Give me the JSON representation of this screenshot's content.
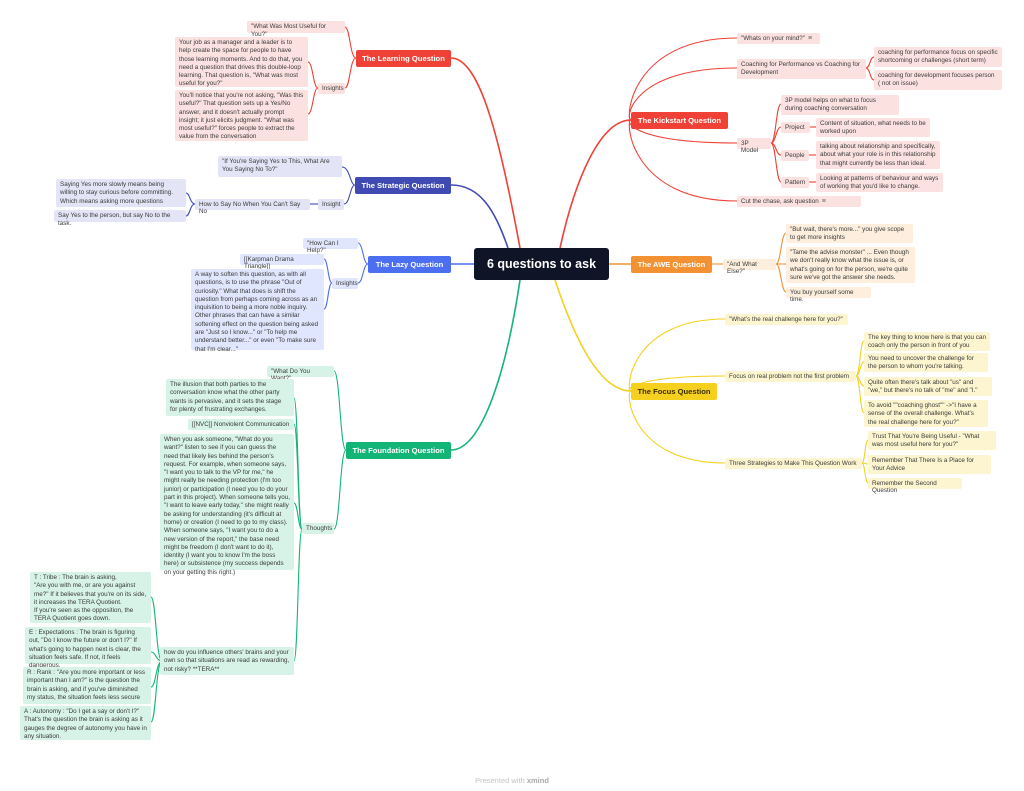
{
  "root": "6 questions to ask",
  "footer": {
    "prefix": "Presented with",
    "brand": "xmind"
  },
  "colors": {
    "learning": "#ef4136",
    "strategic": "#3f4ab3",
    "lazy": "#4c6ef0",
    "foundation": "#13b577",
    "kickstart": "#ef4136",
    "awe": "#f39233",
    "focus": "#f5d01f"
  },
  "learning": {
    "title": "The Learning Question",
    "q": "\"What Was Most Useful for You?\"",
    "insights": "Insights",
    "n1": "Your job as a manager and a leader is to help create the space for people to have those learning moments. And to do that, you need a question that drives this double-loop learning. That question is, \"What was most useful for you?\"",
    "n2": "You'll notice that you're not asking, \"Was this useful?\" That question sets up a Yes/No answer, and it doesn't actually prompt insight; it just elicits judgment. \"What was most useful?\" forces people to extract the value from the conversation"
  },
  "strategic": {
    "title": "The Strategic Question",
    "q": "\"If You're Saying Yes to This, What Are You Saying No To?\"",
    "how": "How to Say No When You Can't Say No",
    "insight": "Insight",
    "n1": "Saying Yes more slowly means being willing to stay curious before committing. Which means asking more questions",
    "n2": "Say Yes to the person, but say No to the task."
  },
  "lazy": {
    "title": "The Lazy Question",
    "q": "\"How Can I Help?\"",
    "karpman": "[[Karpman Drama Triangle]]",
    "insights": "Insights",
    "n1": "A way to soften this question, as with all questions, is to use the phrase \"Out of curiosity.\" What that does is shift the question from perhaps coming across as an inquisition to being a more noble inquiry. Other phrases that can have a similar softening effect on the question being asked are \"Just so I know...\" or \"To help me understand better...\" or even \"To make sure that I'm clear...\""
  },
  "foundation": {
    "title": "The Foundation Question",
    "q": "\"What Do You Want?\"",
    "thoughts": "Thoughts",
    "t1": "The illusion that both parties to the conversation know what the other party wants is pervasive, and it sets the stage for plenty of frustrating exchanges.",
    "t2": "[[NVC]] Nonviolent Communication",
    "t3": "When you ask someone, \"What do you want?\" listen to see if you can guess the need that likely lies behind the person's request. For example, when someone says,\n\"I want you to talk to the VP for me,\" he might really be needing protection (I'm too junior) or participation (I need you to do your part in this project). When someone tells you, \"I want to leave early today,\" she might really be asking for understanding (it's difficult at home) or creation (I need to go to my class). When someone says, \"I want you to do a new version of the report,\" the base need might be freedom (I don't want to do it), identity (I want you to know I'm the boss here) or subsistence (my success depends on your getting this right.)",
    "t4": "how do you influence others' brains and your own so that situations are read as rewarding, not risky? **TERA**",
    "tera_t": "T : Tribe : The brain is asking,\n\"Are you with me, or are you against me?\" If it believes that you're on its side, it increases the TERA Quotient.\nIf you're seen as the opposition, the TERA Quotient goes down.",
    "tera_e": "E : Expectations : The brain is figuring out, \"Do I know the future or don't I?\" If what's going to happen next is clear, the situation feels safe. If not, it feels dangerous.",
    "tera_r": "R : Rank : \"Are you more important or less important than I am?\" is the question the brain is asking, and if you've diminished my status, the situation feels less secure",
    "tera_a": "A : Autonomy : \"Do I get a say or don't I?\" That's the question the brain is asking as it gauges the degree of autonomy you have in any situation."
  },
  "kickstart": {
    "title": "The Kickstart Question",
    "q": "\"Whats on your mind?\"",
    "coaching": "Coaching for Performance vs Coaching for Development",
    "perf": "coaching for performance focus on specific shortcoming or challenges (short term)",
    "dev": "coaching for development focuses person ( not on issue)",
    "model": "3P Model",
    "m0": "3P model helps on what to focus during coaching conversation",
    "project": "Project",
    "project_d": "Content of situation, what needs to be worked upon",
    "people": "People",
    "people_d": "talking about relationship and specifically, about what your role is in this relationship that might currently be less than ideal.",
    "pattern": "Pattern",
    "pattern_d": "Looking at patterns of behaviour and ways of working that you'd like to change.",
    "cut": "Cut the chase, ask question"
  },
  "awe": {
    "title": "The AWE Question",
    "q": "\"And What Else?\"",
    "a1": "\"But wait, there's more...\" you give scope to get more insights",
    "a2": "\"Tame the advise monster\" ... Even though we don't really know what the issue is, or what's going on for the person, we're quite sure we've got the answer she needs.",
    "a3": "You buy yourself some time."
  },
  "focus": {
    "title": "The Focus Question",
    "q": "\"What's the real challenge here for you?\"",
    "real": "Focus on real problem not the first problem",
    "r1": "The key thing to know here is that you can coach only the person in front of you",
    "r2": "You need to uncover the challenge for the person to whom you're talking.",
    "r3": "Quite often there's talk about \"us\" and \"we,\" but there's no talk of \"me\" and \"I.\"",
    "r4": "To avoid \"\"coaching ghost\"\" ->\"I have a sense of the overall challenge. What's the real challenge here for you?\"",
    "three": "Three Strategies to Make This Question Work",
    "s1": "Trust That You're Being Useful - \"What was most useful here for you?\"",
    "s2": "Remember That There Is a Place for Your Advice",
    "s3": "Remember the Second Question"
  }
}
